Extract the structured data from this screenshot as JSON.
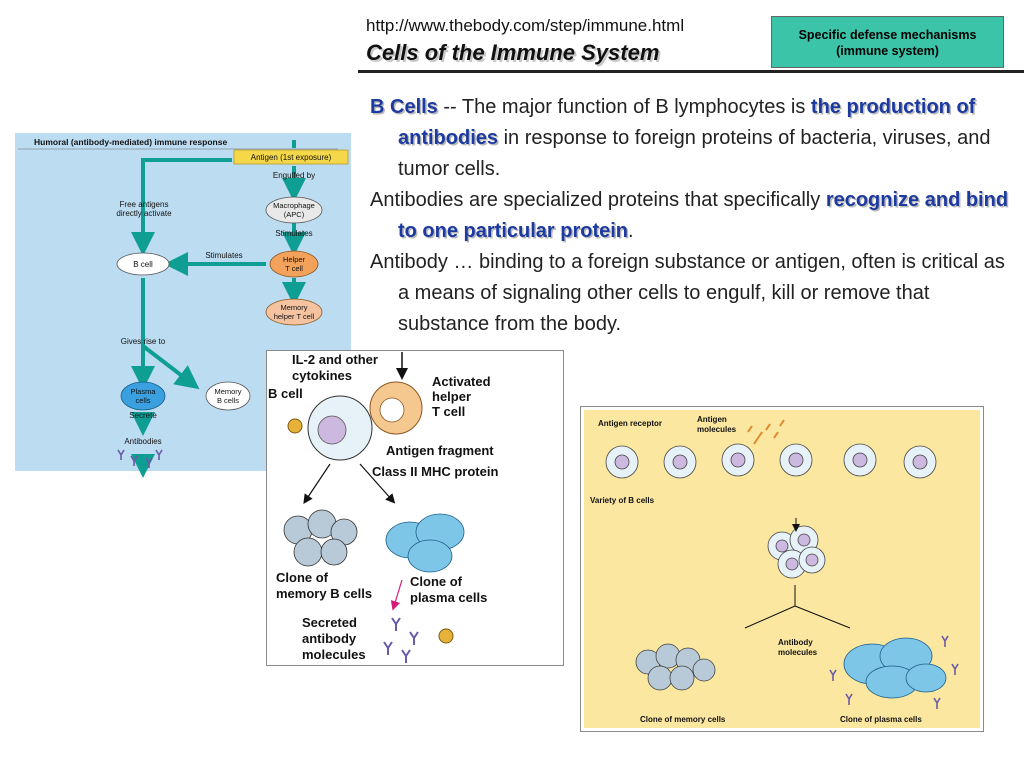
{
  "header": {
    "url": "http://www.thebody.com/step/immune.html",
    "title": "Cells of the Immune System",
    "badge_line1": "Specific defense mechanisms",
    "badge_line2": "(immune system)"
  },
  "body": {
    "p1_lead": "B Cells",
    "p1_a": " -- The major function of B lymphocytes is ",
    "p1_hl": "the production of antibodies",
    "p1_b": " in response to foreign proteins of bacteria, viruses, and tumor cells.",
    "p2_a": "Antibodies are specialized proteins that specifically ",
    "p2_hl": "recognize and bind to one particular protein",
    "p2_b": ".",
    "p3": "Antibody … binding to a foreign substance or antigen, often is critical as a means of signaling other cells to engulf, kill or remove that substance from the body."
  },
  "diagram1": {
    "title": "Humoral (antibody-mediated) immune response",
    "antigen": "Antigen (1st exposure)",
    "engulfed_by": "Engulfed by",
    "free_antigens_1": "Free antigens",
    "free_antigens_2": "directly activate",
    "macrophage_1": "Macrophage",
    "macrophage_2": "(APC)",
    "stimulates_1": "Stimulates",
    "stimulates_2": "Stimulates",
    "b_cell": "B cell",
    "helper_1": "Helper",
    "helper_2": "T cell",
    "memory_helper_1": "Memory",
    "memory_helper_2": "helper T cell",
    "gives_rise_to": "Gives rise to",
    "plasma_1": "Plasma",
    "plasma_2": "cells",
    "memory_b_1": "Memory",
    "memory_b_2": "B cells",
    "secrete": "Secrete",
    "antibodies": "Antibodies"
  },
  "diagram2": {
    "il2_1": "IL-2 and other",
    "il2_2": "cytokines",
    "b_cell": "B cell",
    "activated_1": "Activated",
    "activated_2": "helper",
    "activated_3": "T cell",
    "fragment": "Antigen fragment",
    "mhc": "Class II MHC protein",
    "clone_mem_1": "Clone of",
    "clone_mem_2": "memory B cells",
    "clone_pl_1": "Clone of",
    "clone_pl_2": "plasma cells",
    "secreted_1": "Secreted",
    "secreted_2": "antibody",
    "secreted_3": "molecules"
  },
  "diagram3": {
    "antigen_receptor": "Antigen receptor",
    "antigen_molecules_1": "Antigen",
    "antigen_molecules_2": "molecules",
    "variety": "Variety of B cells",
    "antibody_molecules_1": "Antibody",
    "antibody_molecules_2": "molecules",
    "clone_memory": "Clone of memory cells",
    "clone_plasma": "Clone of plasma cells"
  },
  "colors": {
    "flow_arrow": "#0e9e94",
    "panel_blue": "#bcdcf1",
    "panel_yellow": "#fbe7a0",
    "badge": "#3cc4a8",
    "highlight_text": "#1d3aa0",
    "antigen_box": "#f5d84a",
    "helper_cell": "#f2a25a",
    "plasma_cell": "#3aa0e0"
  }
}
